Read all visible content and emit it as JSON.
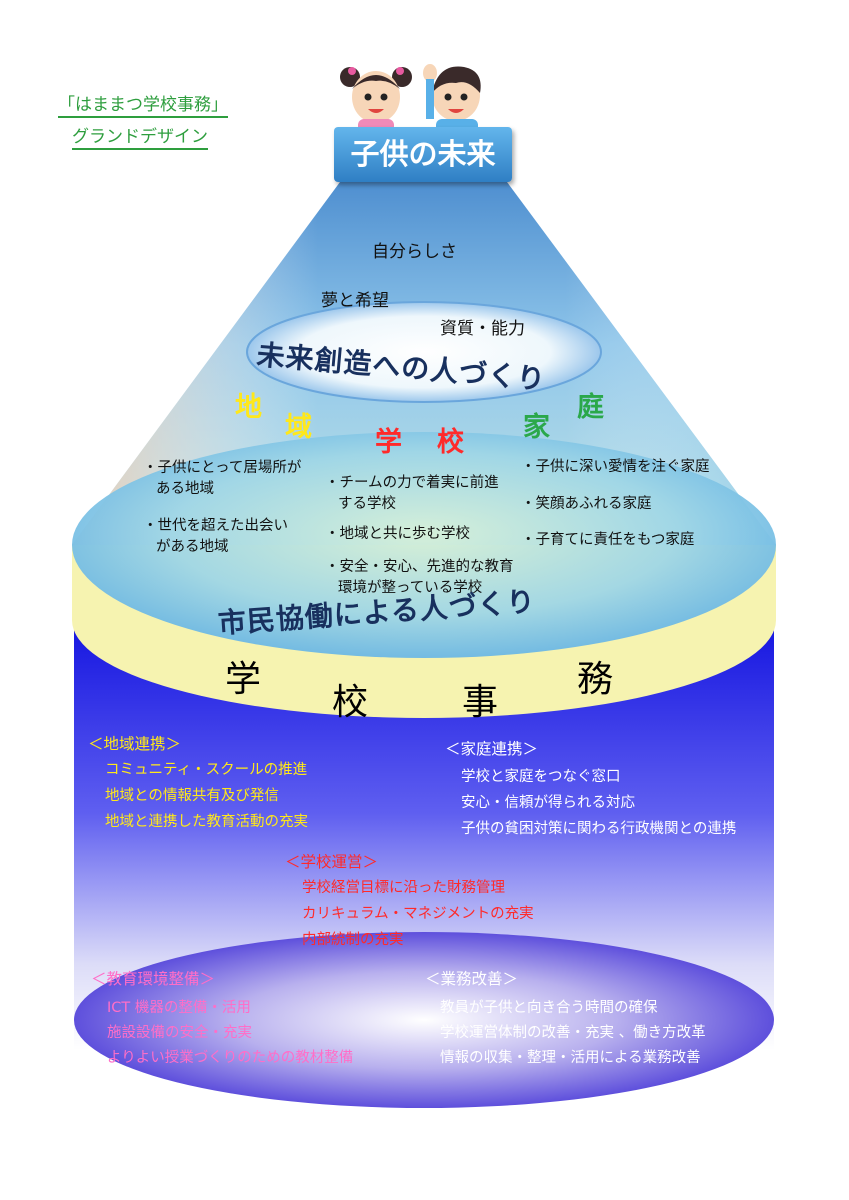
{
  "title": {
    "line1": "「はままつ学校事務」",
    "line2": "グランドデザイン"
  },
  "goal": "子供の未来",
  "cone_words": [
    "自分らしさ",
    "夢と希望",
    "資質・能力"
  ],
  "vision": "未来創造への人づくり",
  "pillars": {
    "community": [
      "地",
      "域"
    ],
    "school": [
      "学",
      "校"
    ],
    "home": [
      "家",
      "庭"
    ]
  },
  "bullets": {
    "community": [
      "・子供にとって居場所が",
      "ある地域",
      "・世代を超えた出会い",
      "がある地域"
    ],
    "school": [
      "・チームの力で着実に前進",
      "する学校",
      "・地域と共に歩む学校",
      "・安全・安心、先進的な教育",
      "環境が整っている学校"
    ],
    "home": [
      "・子供に深い愛情を注ぐ家庭",
      "・笑顔あふれる家庭",
      "・子育てに責任をもつ家庭"
    ]
  },
  "band_text": "市民協働による人づくり",
  "office": [
    "学",
    "校",
    "事",
    "務"
  ],
  "sections": {
    "community_link": {
      "head": "＜地域連携＞",
      "items": [
        "コミュニティ・スクールの推進",
        "地域との情報共有及び発信",
        "地域と連携した教育活動の充実"
      ]
    },
    "home_link": {
      "head": "＜家庭連携＞",
      "items": [
        "学校と家庭をつなぐ窓口",
        "安心・信頼が得られる対応",
        "子供の貧困対策に関わる行政機関との連携"
      ]
    },
    "school_mgmt": {
      "head": "＜学校運営＞",
      "items": [
        "学校経営目標に沿った財務管理",
        "カリキュラム・マネジメントの充実",
        "内部統制の充実"
      ]
    },
    "environment": {
      "head": "＜教育環境整備＞",
      "items": [
        "ICT 機器の整備・活用",
        "施設設備の安全・充実",
        "よりよい授業づくりのための教材整備"
      ]
    },
    "improvement": {
      "head": "＜業務改善＞",
      "items": [
        "教員が子供と向き合う時間の確保",
        "学校運営体制の改善・充実 、働き方改革",
        "情報の収集・整理・活用による業務改善"
      ]
    }
  },
  "colors": {
    "title_green": "#2e9e3e",
    "goal_blue": "#3f8fd4",
    "cylinder_blue": "#1a1ae6",
    "band_yellow": "#f6f3b0",
    "community_yellow": "#ffe81a",
    "school_red": "#ff2a2a",
    "home_green": "#2aa84a",
    "env_pink": "#ff6ec8"
  }
}
